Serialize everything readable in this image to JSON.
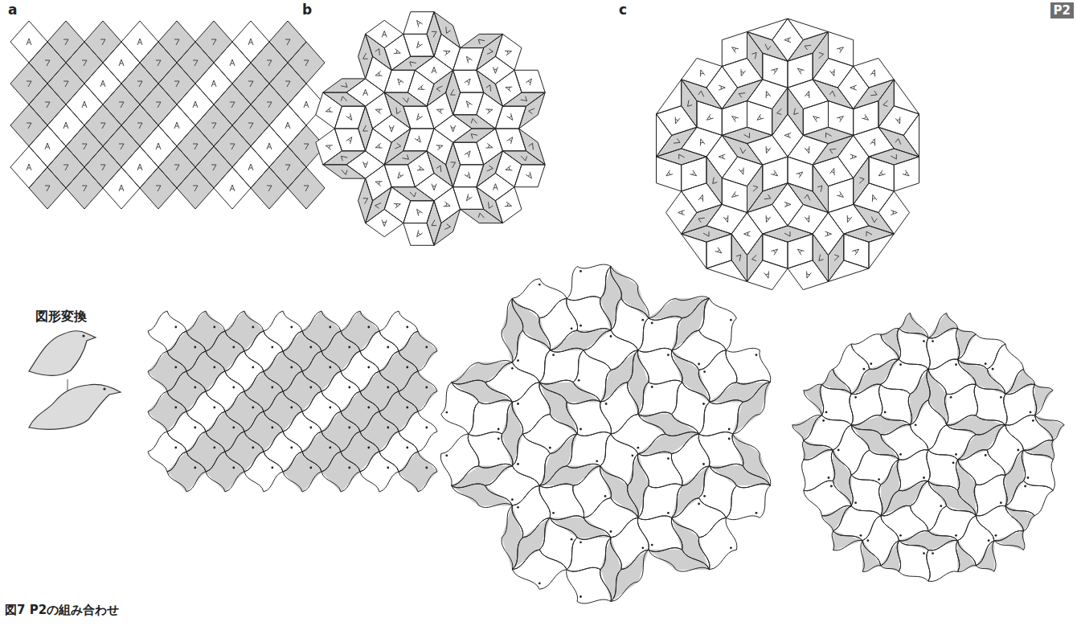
{
  "diagram": {
    "caption": "図7 P2の組み合わせ",
    "labels": [
      "P2",
      "a",
      "b",
      "c",
      "図形変換"
    ]
  }
}
